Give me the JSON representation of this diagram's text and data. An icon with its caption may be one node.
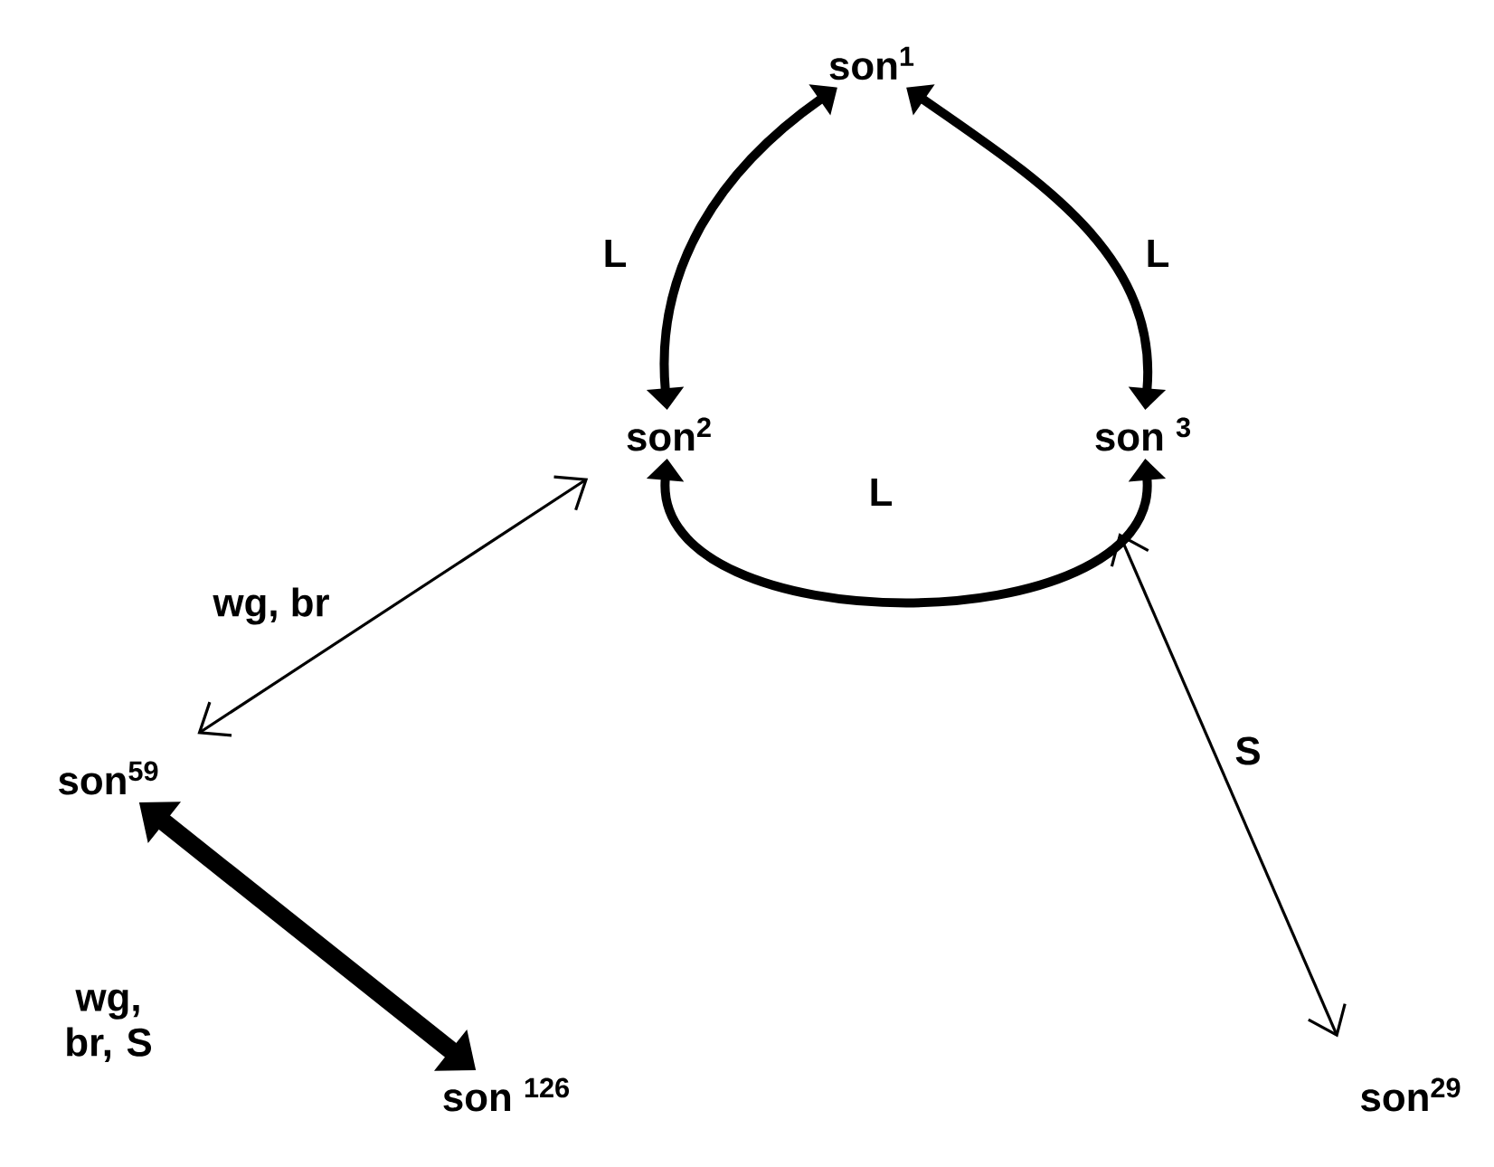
{
  "diagram": {
    "nodes": [
      {
        "text": [
          "son$^{1}$"
        ]
      },
      {
        "text": [
          "son$^{2}$"
        ]
      },
      {
        "text": [
          "son $^{3}$"
        ]
      },
      {
        "text": [
          "son$^{59}$"
        ]
      },
      {
        "text": [
          "son $^{126}$"
        ]
      },
      {
        "text": [
          "son$^{29}$"
        ]
      }
    ],
    "edges": [
      {
        "from": 0,
        "to": 1,
        "arrow": "both",
        "label": "L"
      },
      {
        "from": 0,
        "to": 2,
        "arrow": "both",
        "label": "L"
      },
      {
        "from": 1,
        "to": 2,
        "arrow": "both",
        "label": "L"
      },
      {
        "from": 1,
        "to": 3,
        "arrow": "both",
        "label": "wg, br"
      },
      {
        "from": 3,
        "to": 4,
        "arrow": "both",
        "label": "wg, br, S",
        "style": "thick"
      },
      {
        "from": 2,
        "to": 5,
        "arrow": "both",
        "label": "S"
      }
    ]
  }
}
